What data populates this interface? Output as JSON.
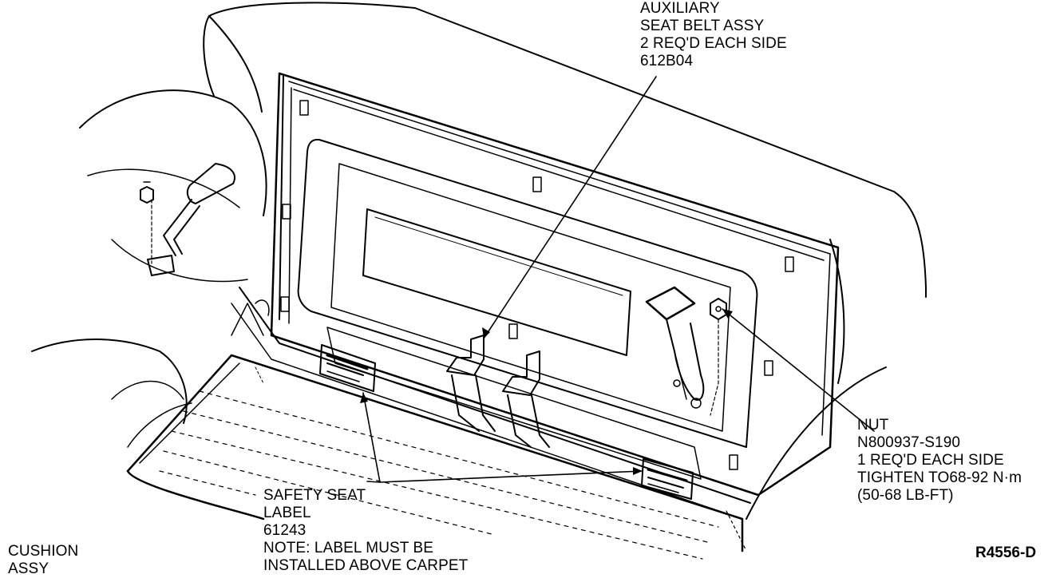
{
  "labels": {
    "aux_belt": {
      "line1": "AUXILIARY",
      "line2": "SEAT BELT ASSY",
      "line3": "2 REQ'D EACH SIDE",
      "line4": "612B04"
    },
    "nut": {
      "line1": "NUT",
      "line2": "N800937-S190",
      "line3": "1 REQ'D EACH SIDE",
      "line4": "TIGHTEN TO68-92 N·m",
      "line5": "(50-68 LB-FT)"
    },
    "safety_label": {
      "line1": "SAFETY SEAT",
      "line2": "LABEL",
      "line3": "61243",
      "line4": "NOTE: LABEL MUST BE",
      "line5": "INSTALLED ABOVE CARPET"
    },
    "cushion": {
      "line1": "CUSHION",
      "line2": "ASSY"
    },
    "reference_code": "R4556-D"
  },
  "colors": {
    "ink": "#000000",
    "paper": "#ffffff"
  }
}
